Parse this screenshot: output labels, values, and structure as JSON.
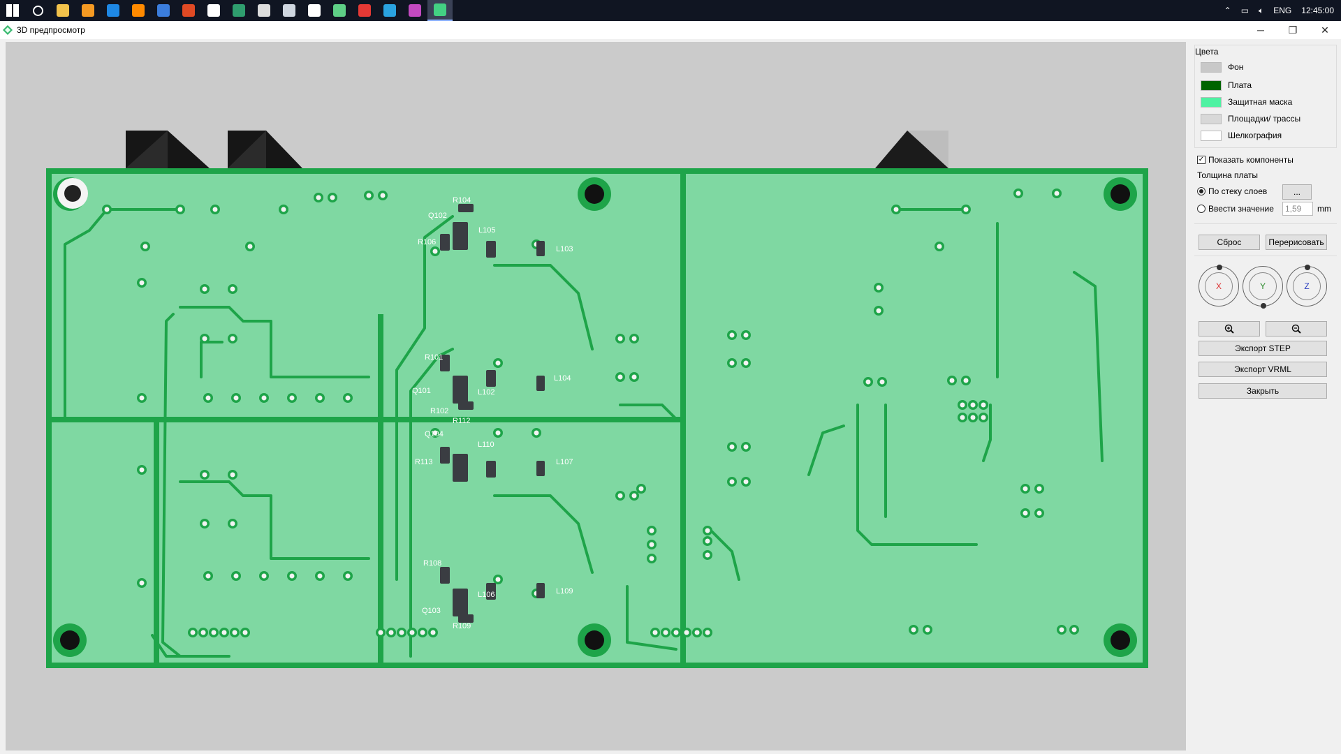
{
  "taskbar": {
    "icons": [
      {
        "name": "windows-start-icon",
        "color": "#ffffff"
      },
      {
        "name": "search-icon",
        "color": "#ffffff"
      },
      {
        "name": "file-explorer-icon",
        "color": "#f2c24b"
      },
      {
        "name": "brush-app-icon",
        "color": "#f59a23"
      },
      {
        "name": "calendar-app-icon",
        "color": "#1e88e5"
      },
      {
        "name": "firefox-icon",
        "color": "#ff8a00"
      },
      {
        "name": "mail-app-icon",
        "color": "#3b7ddd"
      },
      {
        "name": "brave-icon",
        "color": "#e04a24"
      },
      {
        "name": "yandex-browser-icon",
        "color": "#ffffff"
      },
      {
        "name": "audition-icon",
        "color": "#2f9e6e"
      },
      {
        "name": "eac-icon",
        "color": "#dddddd"
      },
      {
        "name": "steam-icon",
        "color": "#cfd6e0"
      },
      {
        "name": "mask-app-icon",
        "color": "#ffffff"
      },
      {
        "name": "flask-app-icon",
        "color": "#5ecf86"
      },
      {
        "name": "pen-app-icon",
        "color": "#e53935"
      },
      {
        "name": "telegram-icon",
        "color": "#2aa3e0"
      },
      {
        "name": "git-app-icon",
        "color": "#c34ac1"
      },
      {
        "name": "pcb-app-icon",
        "color": "#43d183"
      }
    ],
    "tray": {
      "language": "ENG",
      "time": "12:45:00"
    }
  },
  "window": {
    "title": "3D предпросмотр"
  },
  "colors_section": {
    "title": "Цвета",
    "items": [
      {
        "label": "Фон",
        "color": "#c8c8c8"
      },
      {
        "label": "Плата",
        "color": "#006400"
      },
      {
        "label": "Защитная маска",
        "color": "#4ef2a2"
      },
      {
        "label": "Площадки/ трассы",
        "color": "#d8d8d8"
      },
      {
        "label": "Шелкография",
        "color": "#ffffff"
      }
    ]
  },
  "show_components": {
    "label": "Показать компоненты",
    "checked": true
  },
  "thickness": {
    "title": "Толщина платы",
    "by_stack_label": "По стеку слоев",
    "stack_button": "...",
    "manual_label": "Ввести значение",
    "value": "1,59",
    "unit": "mm",
    "selected": "by_stack"
  },
  "buttons": {
    "reset": "Сброс",
    "redraw": "Перерисовать",
    "export_step": "Экспорт STEP",
    "export_vrml": "Экспорт VRML",
    "close": "Закрыть"
  },
  "rotation": {
    "x": "X",
    "y": "Y",
    "z": "Z"
  },
  "board": {
    "mask_color": "#7fd8a2",
    "trace_color": "#1ea449",
    "component_color": "#3a3d42",
    "silkscreen_color": "#ffffff",
    "designators": [
      "R104",
      "Q102",
      "R106",
      "L105",
      "L103",
      "R101",
      "Q101",
      "L104",
      "L102",
      "R102",
      "R112",
      "Q104",
      "R113",
      "L110",
      "L107",
      "R108",
      "Q103",
      "L106",
      "L109",
      "R109"
    ]
  }
}
